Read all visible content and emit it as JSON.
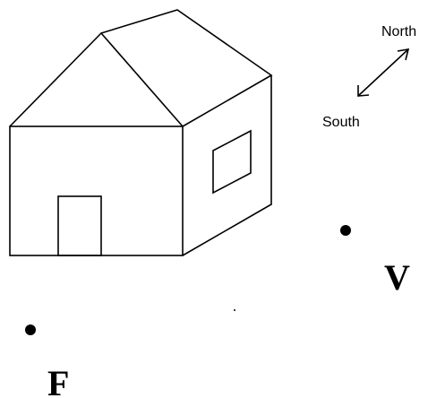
{
  "compass": {
    "north_label": "North",
    "south_label": "South"
  },
  "points": [
    {
      "id": "F",
      "label": "F"
    },
    {
      "id": "V",
      "label": "V"
    }
  ],
  "colors": {
    "ink": "#000000",
    "background": "#ffffff"
  }
}
